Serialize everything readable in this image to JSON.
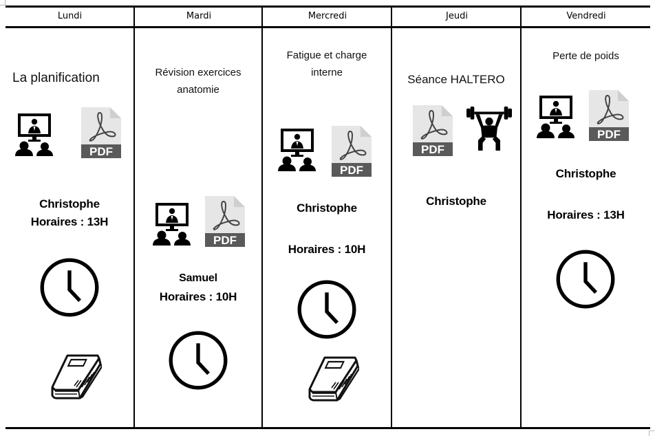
{
  "days": [
    {
      "label": "Lundi",
      "topic": "La planification",
      "icons": [
        "video-conference-icon",
        "pdf-file-icon",
        "clock-icon",
        "book-icon"
      ],
      "trainer": "Christophe",
      "hours": "Horaires : 13H"
    },
    {
      "label": "Mardi",
      "topic_line1": "Révision exercices",
      "topic_line2": "anatomie",
      "icons": [
        "video-conference-icon",
        "pdf-file-icon",
        "clock-icon"
      ],
      "trainer": "Samuel",
      "hours": "Horaires : 10H"
    },
    {
      "label": "Mercredi",
      "topic_line1": "Fatigue et charge",
      "topic_line2": "interne",
      "icons": [
        "video-conference-icon",
        "pdf-file-icon",
        "clock-icon",
        "book-icon"
      ],
      "trainer": "Christophe",
      "hours": "Horaires : 10H"
    },
    {
      "label": "Jeudi",
      "topic": "Séance HALTERO",
      "icons": [
        "pdf-file-icon",
        "weightlifter-icon"
      ],
      "trainer": "Christophe"
    },
    {
      "label": "Vendredi",
      "topic": "Perte de poids",
      "icons": [
        "video-conference-icon",
        "pdf-file-icon",
        "clock-icon"
      ],
      "trainer": "Christophe",
      "hours": "Horaires : 13H"
    }
  ],
  "pdf_badge_text": "PDF",
  "colors": {
    "border": "#000000",
    "pdf_page": "#e6e6e6",
    "pdf_fold": "#cfcfcf",
    "pdf_band": "#5a5a5a"
  }
}
